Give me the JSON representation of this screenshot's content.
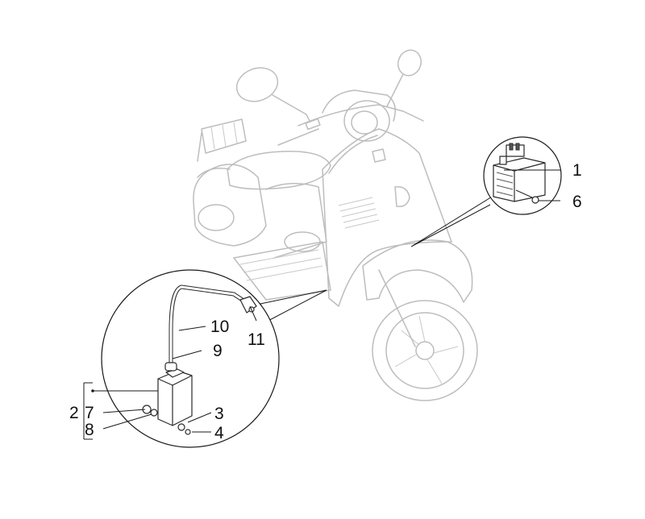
{
  "callouts": {
    "c1": "1",
    "c2": "2",
    "c3": "3",
    "c4": "4",
    "c6": "6",
    "c7": "7",
    "c8": "8",
    "c9": "9",
    "c10": "10",
    "c11": "11"
  },
  "colors": {
    "scooter_outline": "#bdbdbd",
    "part_outline": "#2a2a2a",
    "background": "#ffffff"
  }
}
